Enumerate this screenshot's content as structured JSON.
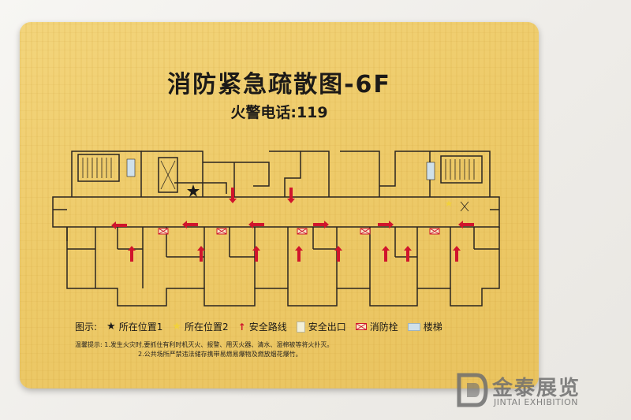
{
  "sign": {
    "title": "消防紧急疏散图-6F",
    "phone": "火警电话:119"
  },
  "legend": {
    "label": "图示:",
    "items": [
      {
        "label": "所在位置1",
        "icon": "black-star-icon",
        "color": "#1a1a1a"
      },
      {
        "label": "所在位置2",
        "icon": "yellow-star-icon",
        "color": "#f2d23a"
      },
      {
        "label": "安全路线",
        "icon": "red-arrow-icon",
        "color": "#d0142c"
      },
      {
        "label": "安全出口",
        "icon": "exit-sign-icon",
        "color": "#f3f0d8"
      },
      {
        "label": "消防栓",
        "icon": "hydrant-box-icon",
        "color": "#d0142c"
      },
      {
        "label": "楼梯",
        "icon": "stairs-icon",
        "color": "#cfe0ea"
      }
    ]
  },
  "notes": {
    "line1": "温馨提示: 1.发生火灾时,要抓住有利时机灭火、报警、用灭火器、清水、湿棉被等将火扑灭。",
    "line2": "2.公共场所严禁违法储存携带易燃易爆物及燃放烟花爆竹。"
  },
  "watermark": {
    "cn": "金泰展览",
    "en": "JINTAI EXHIBITION"
  },
  "colors": {
    "board": "#eecb6a",
    "ink": "#1c1a18",
    "arrow": "#d0142c"
  }
}
